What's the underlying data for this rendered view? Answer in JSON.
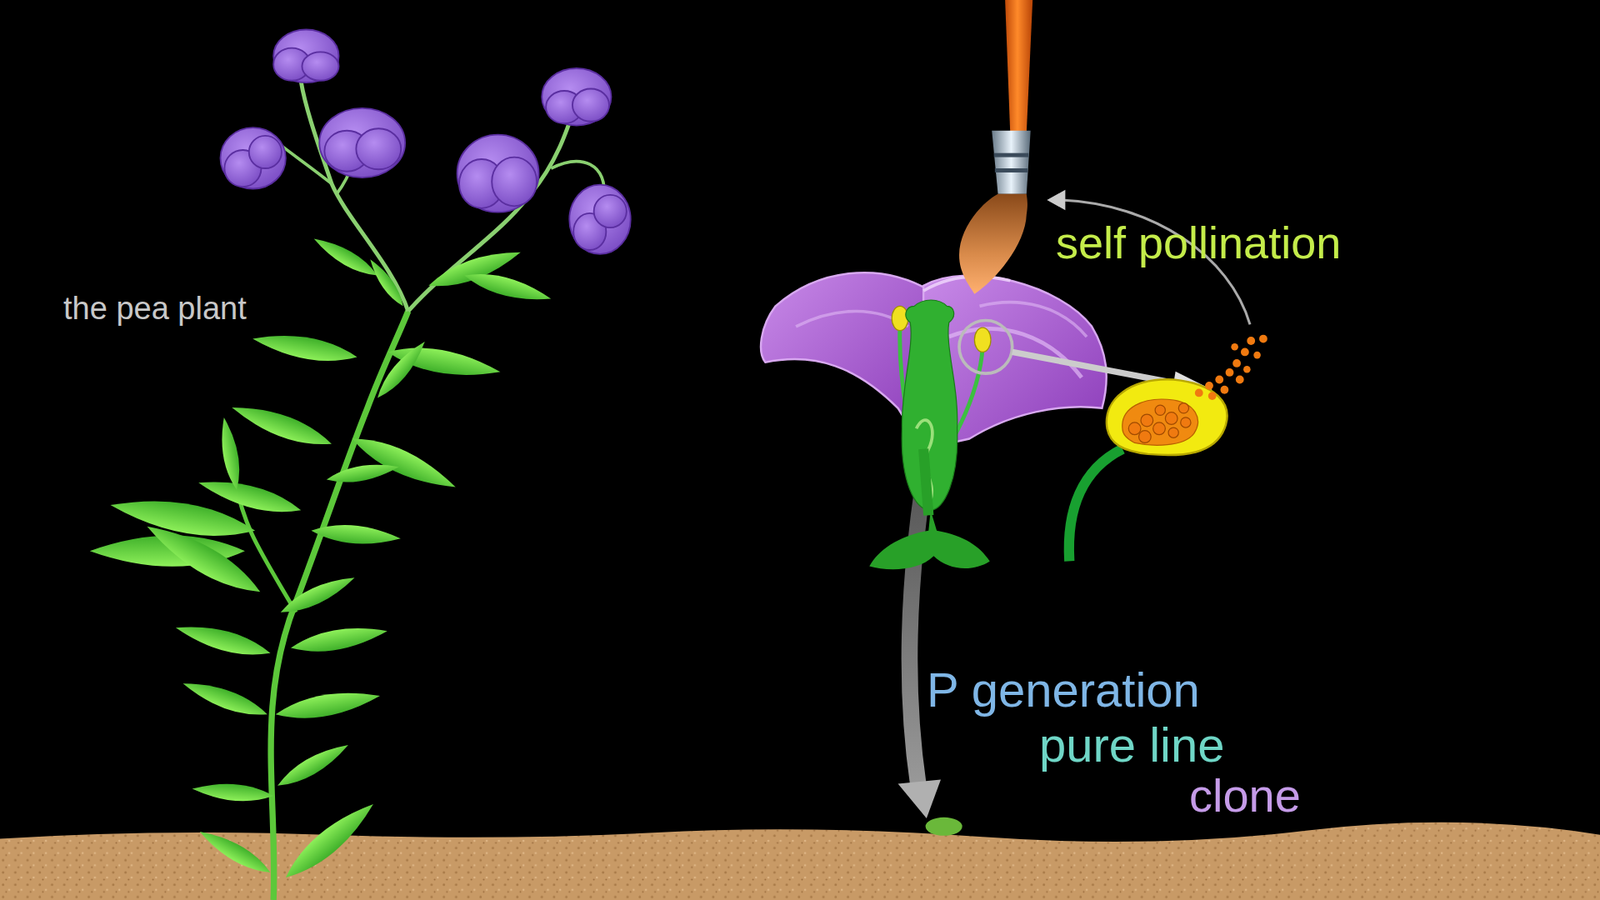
{
  "diagram": {
    "labels": [
      "the pea plant",
      "self pollination",
      "P generation",
      "pure line",
      "clone"
    ]
  }
}
